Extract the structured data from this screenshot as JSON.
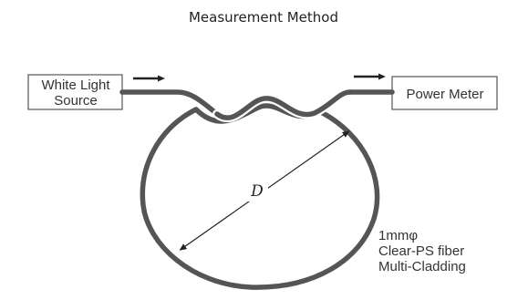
{
  "title": "Measurement Method",
  "source_box": {
    "line1": "White Light",
    "line2": "Source"
  },
  "meter_box": {
    "label": "Power Meter"
  },
  "diameter_label": "D",
  "fiber_label": {
    "line1": "1mmφ",
    "line2": "Clear-PS fiber",
    "line3": "Multi-Cladding"
  },
  "colors": {
    "fiber": "#555555",
    "box_border": "#555555",
    "arrow": "#222222",
    "text": "#333333"
  }
}
